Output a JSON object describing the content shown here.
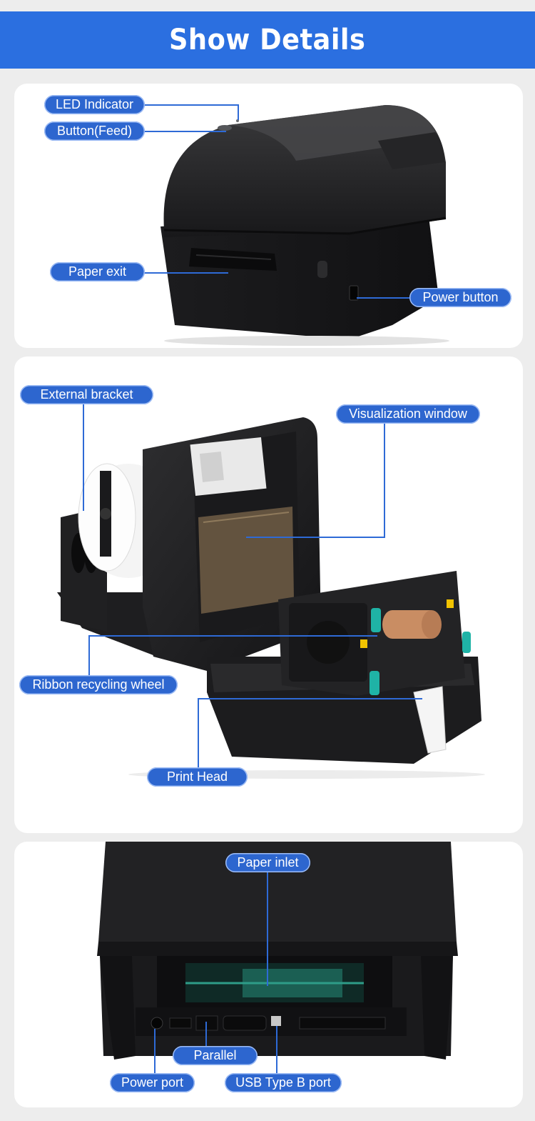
{
  "header": {
    "title": "Show Details"
  },
  "sections": {
    "top": {
      "labels": {
        "led": "LED Indicator",
        "feed": "Button(Feed)",
        "paper_exit": "Paper exit",
        "power_button": "Power button"
      }
    },
    "open": {
      "labels": {
        "bracket": "External bracket",
        "window": "Visualization window",
        "ribbon": "Ribbon recycling wheel",
        "head": "Print Head"
      }
    },
    "back": {
      "labels": {
        "inlet": "Paper inlet",
        "parallel": "Parallel",
        "power_port": "Power port",
        "usb": "USB Type B port"
      }
    }
  },
  "colors": {
    "banner": "#2b6fe0",
    "pill": "#2d66cf",
    "background": "#ededed",
    "card": "#ffffff",
    "ribbon_core": "#c98d63",
    "ribbon_clip": "#1fb3a6",
    "sticker": "#f2c300"
  }
}
